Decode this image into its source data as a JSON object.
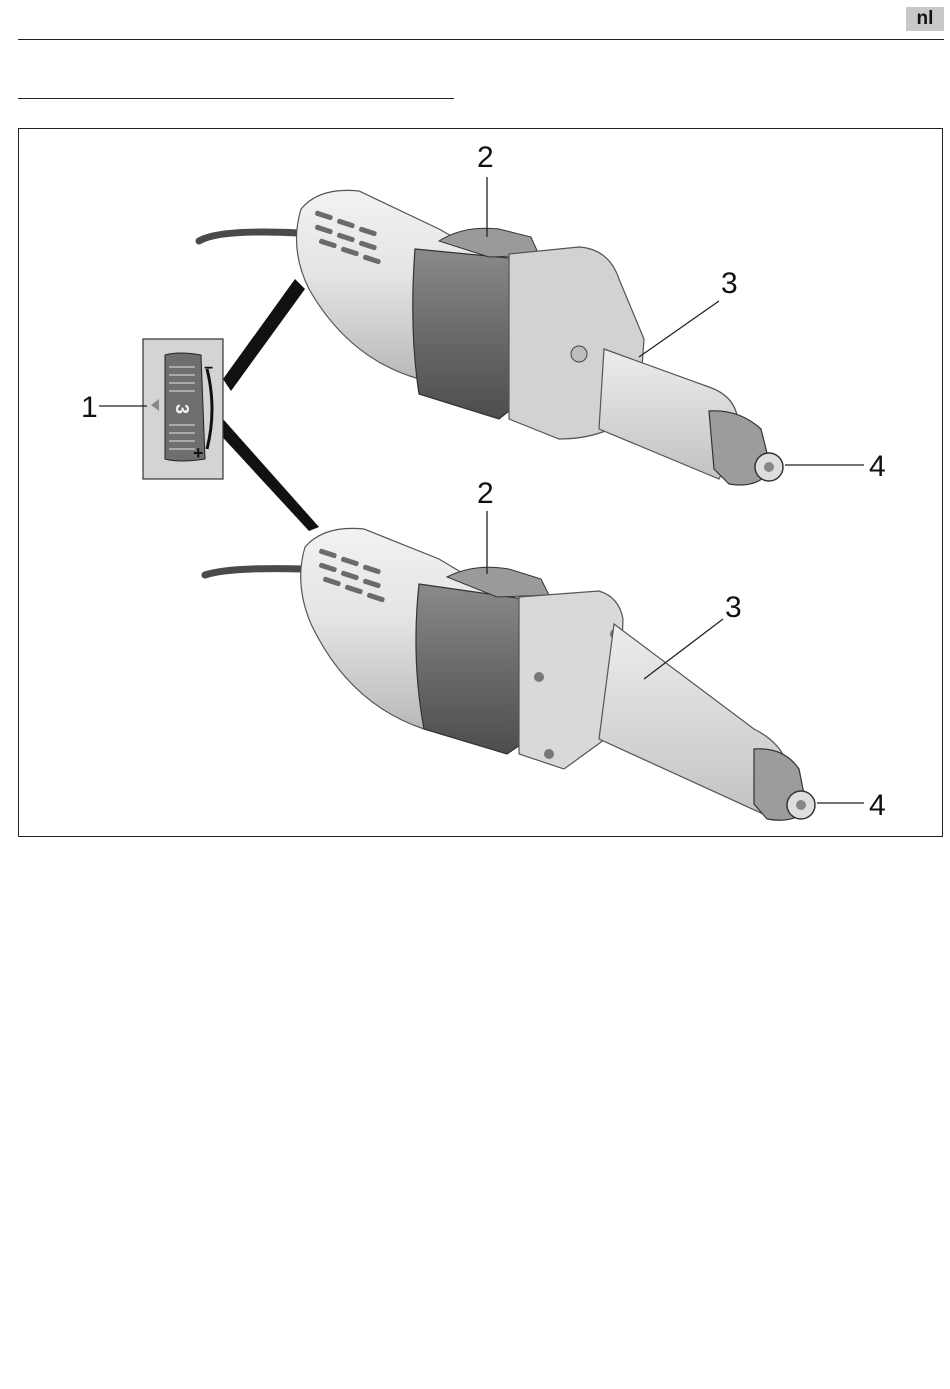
{
  "header": {
    "language_code": "nl"
  },
  "figure": {
    "callouts": {
      "c1": "1",
      "c2_top": "2",
      "c2_bottom": "2",
      "c3_top": "3",
      "c3_bottom": "3",
      "c4_top": "4",
      "c4_bottom": "4"
    },
    "dial": {
      "setting": "3",
      "minus": "−",
      "plus": "+"
    }
  }
}
